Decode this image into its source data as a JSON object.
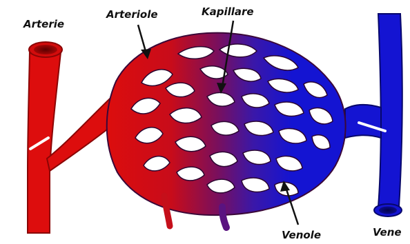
{
  "labels": {
    "artery": "Arterie",
    "arteriole": "Arteriole",
    "capillary": "Kapillare",
    "venule": "Venole",
    "vein": "Vene"
  },
  "colors": {
    "arterial": "#dd0d0d",
    "arterial_dark": "#9a0606",
    "mixed": "#6a0f7a",
    "venous": "#1414d2",
    "venous_dark": "#0a0a8a",
    "arrow": "#111111",
    "highlight": "#ffffff"
  },
  "icons": {
    "pointer": "arrow-icon"
  }
}
